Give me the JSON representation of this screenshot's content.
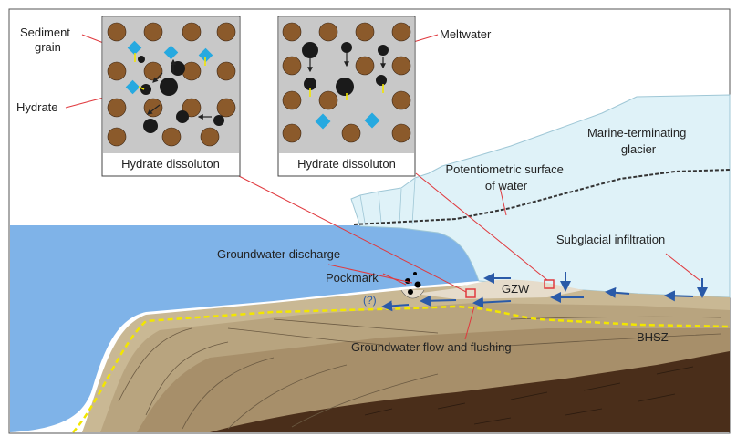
{
  "labels": {
    "sediment_grain": [
      "Sediment",
      "grain"
    ],
    "hydrate": "Hydrate",
    "meltwater": "Meltwater",
    "inset_left_caption": "Hydrate dissoluton",
    "inset_right_caption": "Hydrate dissoluton",
    "glacier": [
      "Marine-terminating",
      "glacier"
    ],
    "potentiometric": [
      "Potentiometric surface",
      "of water"
    ],
    "groundwater_discharge": "Groundwater discharge",
    "subglacial_infiltration": "Subglacial infiltration",
    "pockmark": "Pockmark",
    "question": "(?)",
    "gzw": "GZW",
    "groundwater_flow": "Groundwater flow and flushing",
    "bhsz": "BHSZ"
  },
  "colors": {
    "sea": "#7fb3e8",
    "glacier": "#dff2f8",
    "grain": "#8b5a2b",
    "hydrate": "#26a9e0",
    "meltwater": "#1a1a1a",
    "leader_line": "#e0393e",
    "flow_arrow": "#2a5aa8",
    "bhsz_line": "#f2e600",
    "bedrock": "#4a2e1a"
  }
}
